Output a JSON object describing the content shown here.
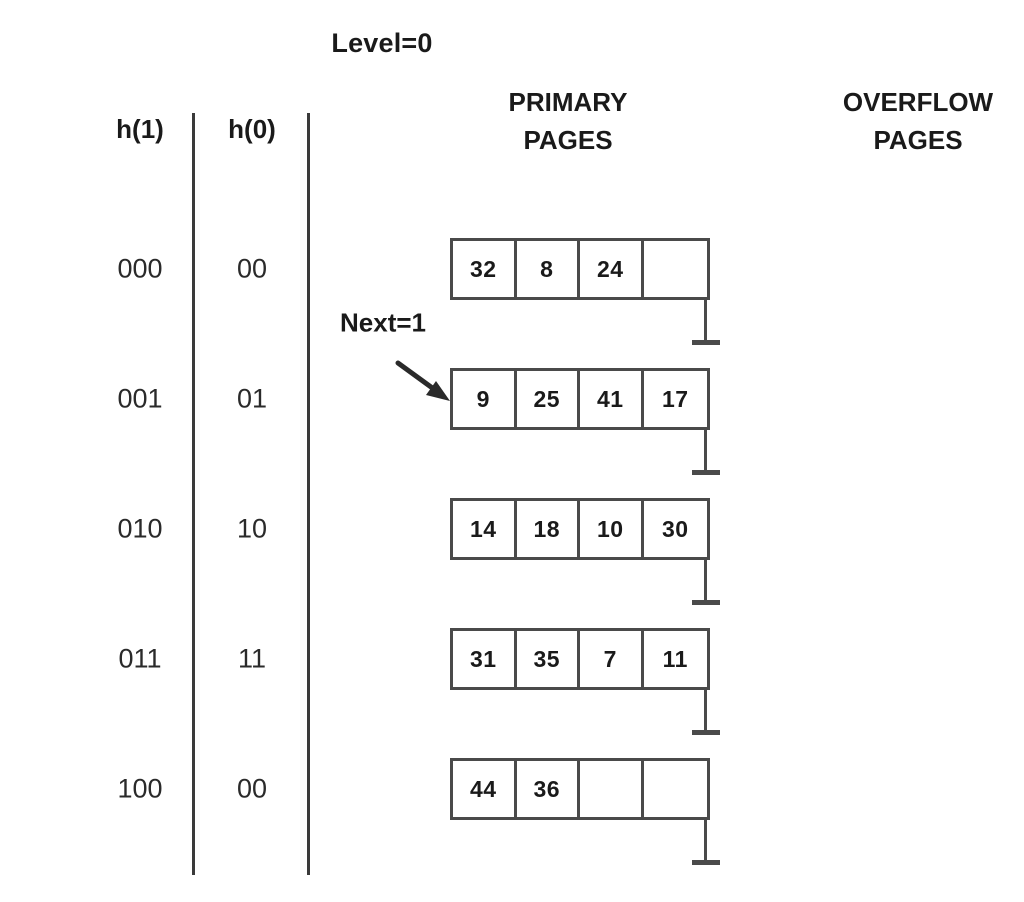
{
  "diagram": {
    "title": "Level=0",
    "columns": {
      "h1_header": "h(1)",
      "h0_header": "h(0)",
      "primary_header_line1": "PRIMARY",
      "primary_header_line2": "PAGES",
      "overflow_header_line1": "OVERFLOW",
      "overflow_header_line2": "PAGES"
    },
    "next_pointer_label": "Next=1",
    "colors": {
      "line": "#4a4a4a",
      "rule": "#3a3a3a",
      "text": "#1a1a1a",
      "background": "#ffffff"
    },
    "rows": [
      {
        "h1": "000",
        "h0": "00",
        "cells": [
          "32",
          "8",
          "24",
          ""
        ],
        "has_arrow": false
      },
      {
        "h1": "001",
        "h0": "01",
        "cells": [
          "9",
          "25",
          "41",
          "17"
        ],
        "has_arrow": true
      },
      {
        "h1": "010",
        "h0": "10",
        "cells": [
          "14",
          "18",
          "10",
          "30"
        ],
        "has_arrow": false
      },
      {
        "h1": "011",
        "h0": "11",
        "cells": [
          "31",
          "35",
          "7",
          "11"
        ],
        "has_arrow": false
      },
      {
        "h1": "100",
        "h0": "00",
        "cells": [
          "44",
          "36",
          "",
          ""
        ],
        "has_arrow": false
      }
    ]
  }
}
